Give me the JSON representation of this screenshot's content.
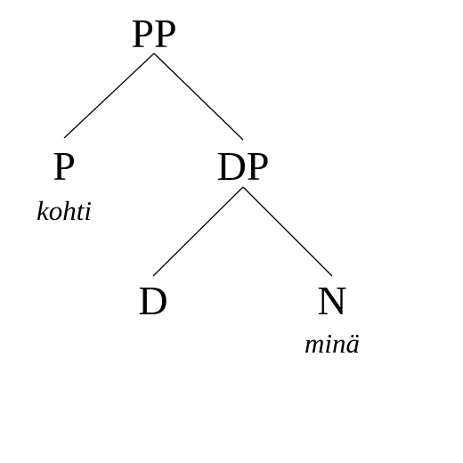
{
  "tree": {
    "root": {
      "label": "PP"
    },
    "p": {
      "label": "P",
      "word": "kohti"
    },
    "dp": {
      "label": "DP"
    },
    "d": {
      "label": "D"
    },
    "n": {
      "label": "N",
      "word": "minä"
    }
  }
}
